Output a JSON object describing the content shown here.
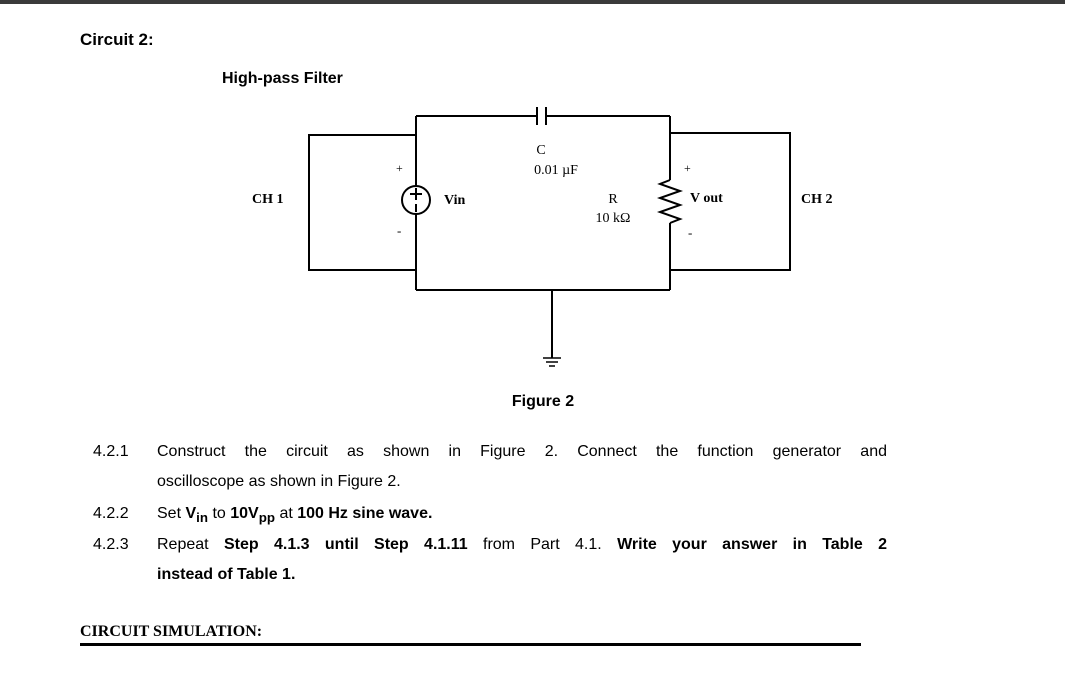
{
  "heading": "Circuit 2:",
  "subheading": "High-pass Filter",
  "circuit": {
    "ch1": "CH 1",
    "ch2": "CH 2",
    "source_label": "Vin",
    "source_plus": "+",
    "source_minus": "-",
    "cap_name": "C",
    "cap_value": "0.01 µF",
    "res_name": "R",
    "res_value": "10 kΩ",
    "vout_label": "V out",
    "vout_plus": "+",
    "vout_minus": "-"
  },
  "figure_caption": "Figure 2",
  "steps": [
    {
      "number": "4.2.1",
      "line1": "Construct the circuit as shown in Figure 2. Connect the function generator and",
      "line2": "oscilloscope as shown in Figure 2."
    },
    {
      "number": "4.2.2",
      "set": "Set ",
      "v": "V",
      "v_sub": "in",
      "to": " to ",
      "amp": "10V",
      "amp_sub": "pp",
      "at": " at ",
      "freq": "100 Hz sine wave."
    },
    {
      "number": "4.2.3",
      "repeat": "Repeat ",
      "step_a": "Step 4.1.3",
      "until": " until ",
      "step_b": "Step 4.1.11",
      "from": " from Part 4.1. ",
      "write": "Write your answer in Table 2",
      "line2": "instead of Table 1."
    }
  ],
  "simulation_heading": "CIRCUIT SIMULATION:"
}
